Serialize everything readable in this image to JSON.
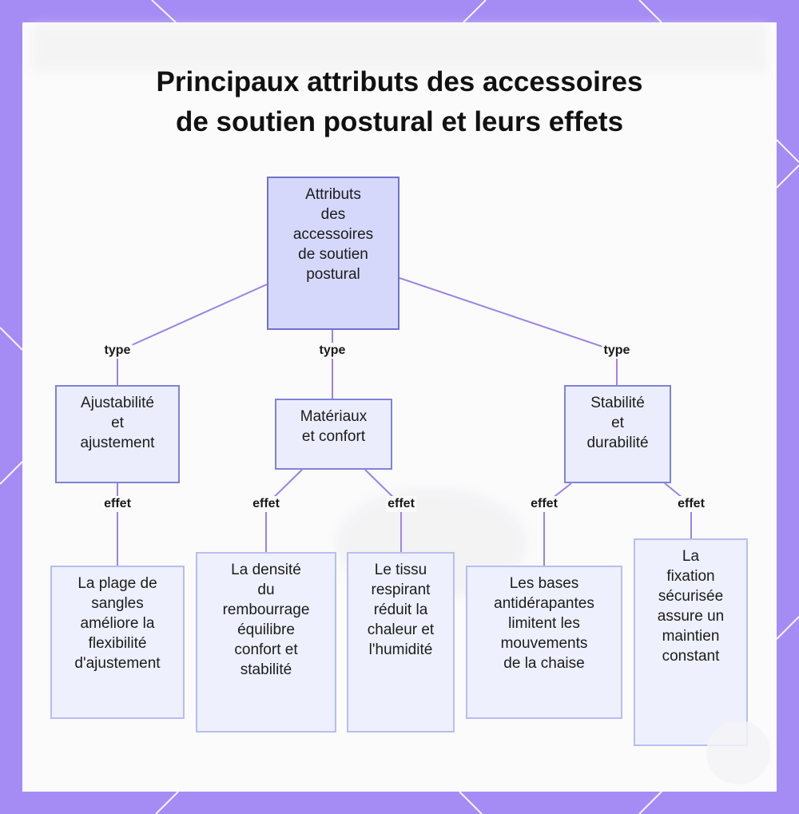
{
  "title": {
    "line1": "Principaux attributs des accessoires",
    "line2": "de soutien postural et leurs effets"
  },
  "root": {
    "label": "Attributs des accessoires de soutien postural",
    "lines": [
      "Attributs",
      "des",
      "accessoires",
      "de soutien",
      "postural"
    ]
  },
  "categories": [
    {
      "label": "Ajustabilité et ajustement",
      "lines": [
        "Ajustabilité",
        "et",
        "ajustement"
      ],
      "edge_label": "type"
    },
    {
      "label": "Matériaux et confort",
      "lines": [
        "Matériaux",
        "et confort"
      ],
      "edge_label": "type"
    },
    {
      "label": "Stabilité et durabilité",
      "lines": [
        "Stabilité",
        "et",
        "durabilité"
      ],
      "edge_label": "type"
    }
  ],
  "effects": [
    {
      "lines": [
        "La plage de",
        "sangles",
        "améliore la",
        "flexibilité",
        "d'ajustement"
      ],
      "edge_label": "effet"
    },
    {
      "lines": [
        "La densité",
        "du",
        "rembourrage",
        "équilibre",
        "confort et",
        "stabilité"
      ],
      "edge_label": "effet"
    },
    {
      "lines": [
        "Le tissu",
        "respirant",
        "réduit la",
        "chaleur et",
        "l'humidité"
      ],
      "edge_label": "effet"
    },
    {
      "lines": [
        "Les bases",
        "antidérapantes",
        "limitent les",
        "mouvements",
        "de la chaise"
      ],
      "edge_label": "effet"
    },
    {
      "lines": [
        "La",
        "fixation",
        "sécurisée",
        "assure un",
        "maintien",
        "constant"
      ],
      "edge_label": "effet"
    }
  ],
  "colors": {
    "frame": "#a58cf5",
    "edge": "#9b82e6",
    "node_border": "#7f83d6",
    "root_fill": "#d6d8fb",
    "node_fill": "#ecedfc"
  }
}
